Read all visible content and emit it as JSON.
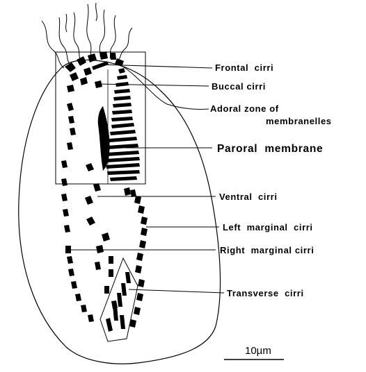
{
  "labels": {
    "frontal_cirri": "Frontal  cirri",
    "buccal_cirri": "Buccal cirri",
    "adoral_zone_line1": "Adoral zone of",
    "adoral_zone_line2": "membranelles",
    "paroral_membrane": "Paroral  membrane",
    "ventral_cirri": "Ventral  cirri",
    "left_marginal_cirri": "Left  marginal  cirri",
    "right_marginal_cirri": "Right  marginal cirri",
    "transverse_cirri": "Transverse  cirri"
  },
  "scale_bar": {
    "label": "10µm"
  }
}
